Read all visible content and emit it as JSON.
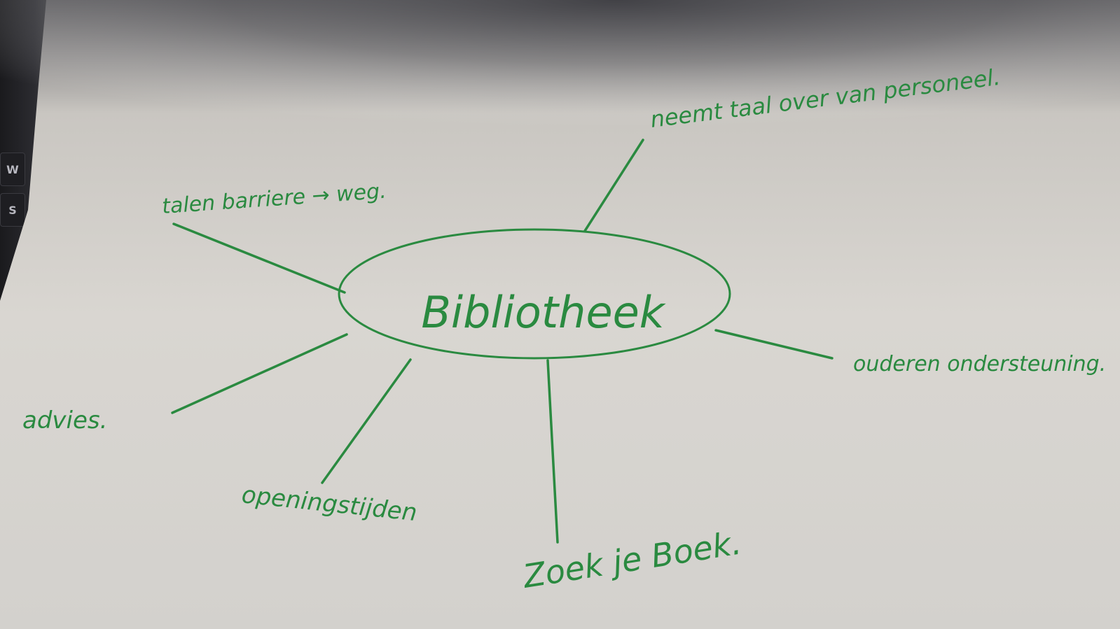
{
  "diagram": {
    "center": "Bibliotheek",
    "branches": {
      "top_right": "neemt taal over van personeel.",
      "top_left": "talen barriere → weg.",
      "right": "ouderen ondersteuning.",
      "left": "advies.",
      "bottom_left": "openingstijden",
      "bottom": "Zoek je Boek."
    }
  },
  "keyboard_edge": {
    "key_1": "W",
    "key_2": "S"
  },
  "colors": {
    "ink": "#2a8a40",
    "paper": "#d8d6d2",
    "shadow": "#5a5a5e"
  }
}
